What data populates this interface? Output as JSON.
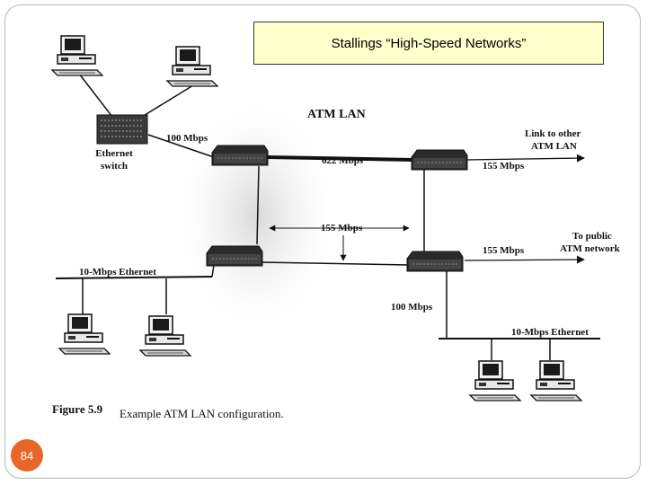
{
  "slide": {
    "title": "Stallings “High-Speed Networks”",
    "page_number": "84"
  },
  "diagram": {
    "heading": "ATM LAN",
    "ethernet_switch": [
      "Ethernet",
      "switch"
    ],
    "labels": {
      "mbps_100_top": "100 Mbps",
      "mbps_622": "622 Mbps",
      "mbps_155_top": "155 Mbps",
      "mbps_155_mid": "155 Mbps",
      "mbps_155_right": "155 Mbps",
      "mbps_100_bottom": "100 Mbps",
      "ethernet_left": "10-Mbps Ethernet",
      "ethernet_right": "10-Mbps Ethernet"
    },
    "link_other": [
      "Link to other",
      "ATM LAN"
    ],
    "to_public": [
      "To public",
      "ATM network"
    ],
    "caption_bold": "Figure 5.9",
    "caption_text": "Example ATM LAN configuration."
  },
  "colors": {
    "title_bg": "#ffffcc",
    "page_badge": "#e8662a"
  }
}
